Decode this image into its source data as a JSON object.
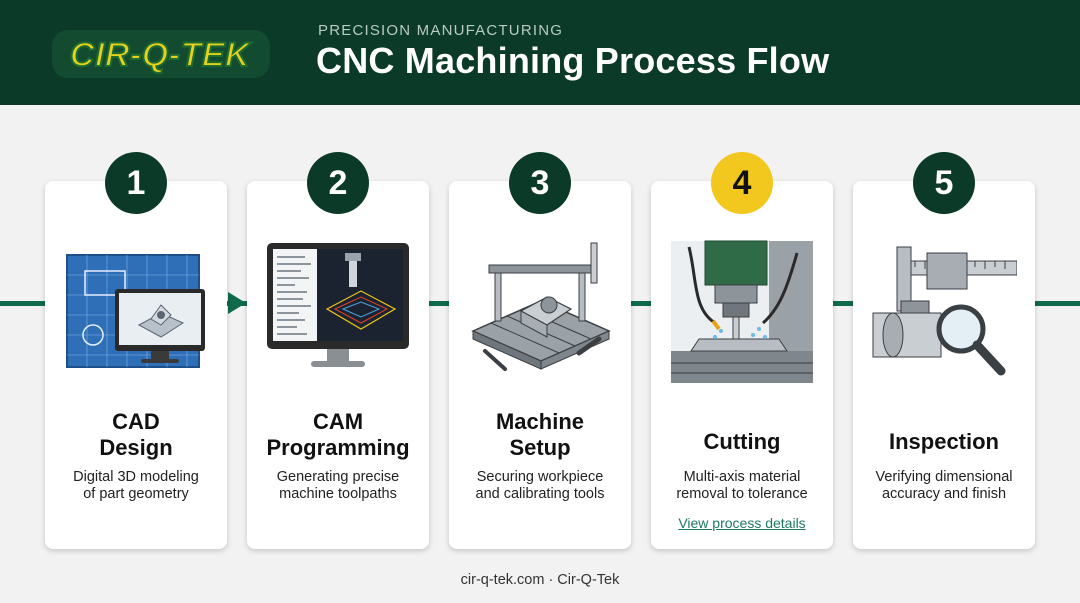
{
  "header": {
    "logo_text": "CIR-Q-TEK",
    "kicker": "PRECISION MANUFACTURING",
    "title": "CNC Machining Process Flow"
  },
  "steps": [
    {
      "number": "1",
      "title_line1": "CAD",
      "title_line2": "Design",
      "desc_line1": "Digital 3D modeling",
      "desc_line2": "of part geometry",
      "icon": "cad-blueprint-monitor-icon"
    },
    {
      "number": "2",
      "title_line1": "CAM",
      "title_line2": "Programming",
      "desc_line1": "Generating precise",
      "desc_line2": "machine toolpaths",
      "icon": "cam-gcode-monitor-icon"
    },
    {
      "number": "3",
      "title_line1": "Machine",
      "title_line2": "Setup",
      "desc_line1": "Securing workpiece",
      "desc_line2": "and calibrating tools",
      "icon": "vise-setup-icon"
    },
    {
      "number": "4",
      "title": "Cutting",
      "desc_line1": "Multi-axis material",
      "desc_line2": "removal to tolerance",
      "link": "View process details",
      "icon": "milling-spindle-icon",
      "active": true
    },
    {
      "number": "5",
      "title": "Inspection",
      "desc_line1": "Verifying dimensional",
      "desc_line2": "accuracy and finish",
      "icon": "caliper-magnifier-icon"
    }
  ],
  "footer": "cir-q-tek.com · Cir-Q-Tek",
  "colors": {
    "header_bg": "#0b3a28",
    "flow_line": "#0f6b4a",
    "badge": "#0b3a28",
    "badge_active": "#f2c81e",
    "link": "#1e7a5c"
  }
}
